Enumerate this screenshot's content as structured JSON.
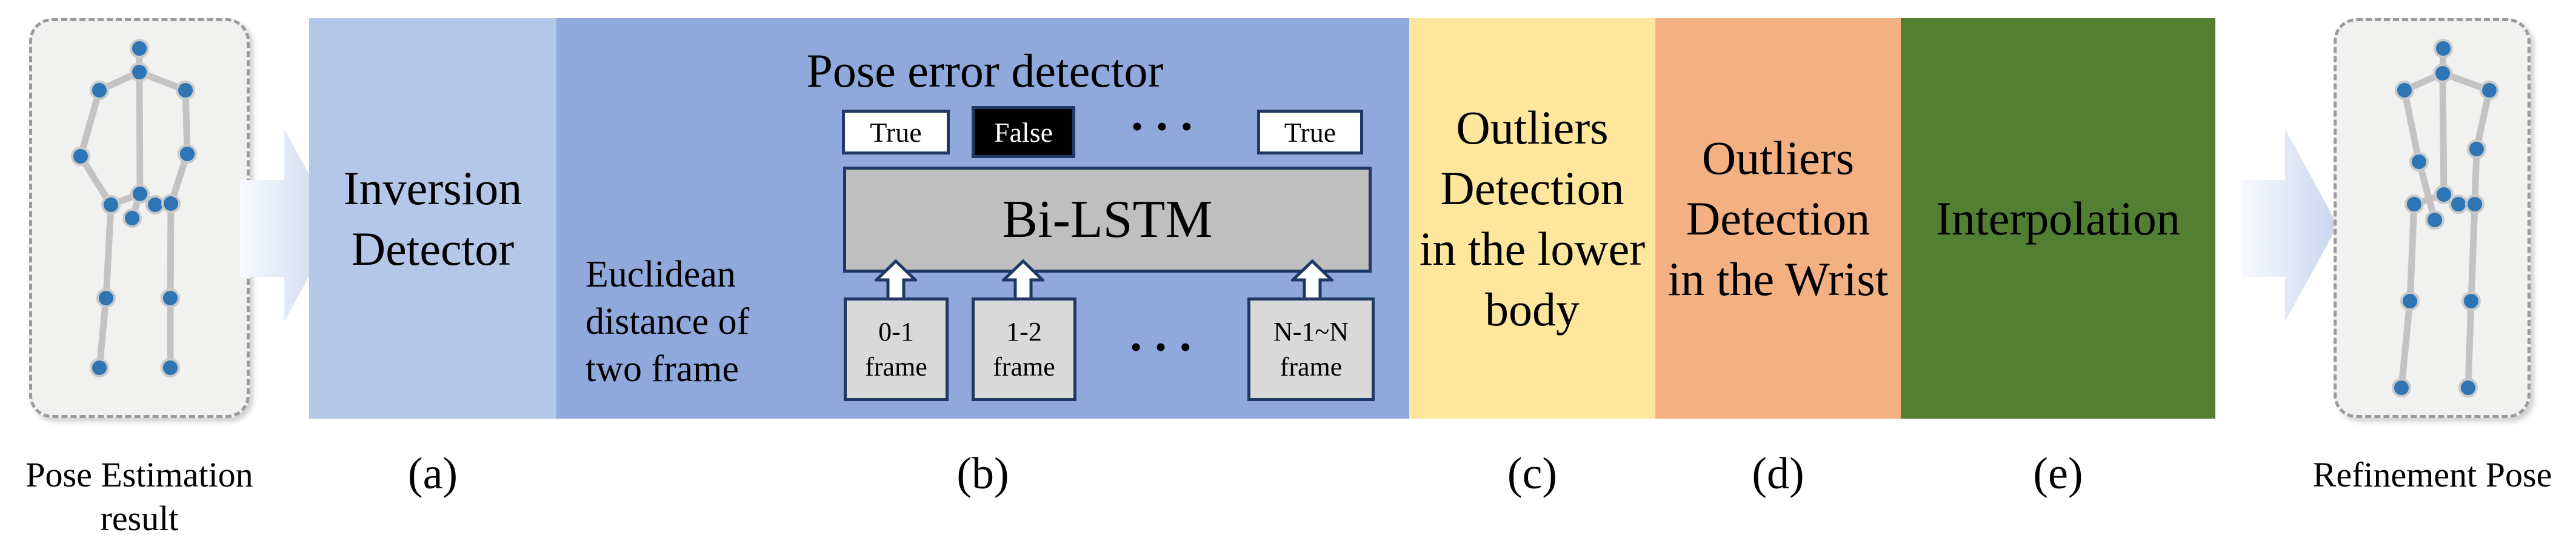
{
  "left_figure": {
    "caption": "Pose Estimation result"
  },
  "right_figure": {
    "caption": "Refinement Pose"
  },
  "pipeline": {
    "stage_a": {
      "label": "Inversion Detector",
      "tag": "(a)",
      "color": "#b5c7e8"
    },
    "stage_b": {
      "title": "Pose error detector",
      "tag": "(b)",
      "color": "#8fa9dc",
      "outputs": [
        "True",
        "False",
        "True"
      ],
      "ellipsis": "• • •",
      "model": "Bi-LSTM",
      "inputs": [
        {
          "line1": "0-1",
          "line2": "frame"
        },
        {
          "line1": "1-2",
          "line2": "frame"
        },
        {
          "line1": "N-1~N",
          "line2": "frame"
        }
      ],
      "note": "Euclidean distance of two frame"
    },
    "stage_c": {
      "label": "Outliers Detection in the lower body",
      "tag": "(c)",
      "color": "#ffe69d"
    },
    "stage_d": {
      "label": "Outliers Detection in the Wrist",
      "tag": "(d)",
      "color": "#f3b183"
    },
    "stage_e": {
      "label": "Interpolation",
      "tag": "(e)",
      "color": "#537f33"
    }
  },
  "colors": {
    "box_border": "#1f3864",
    "bilstm_fill": "#bfbfbf",
    "frame_fill": "#d9d9d9",
    "joint_blue": "#2e75b6"
  }
}
